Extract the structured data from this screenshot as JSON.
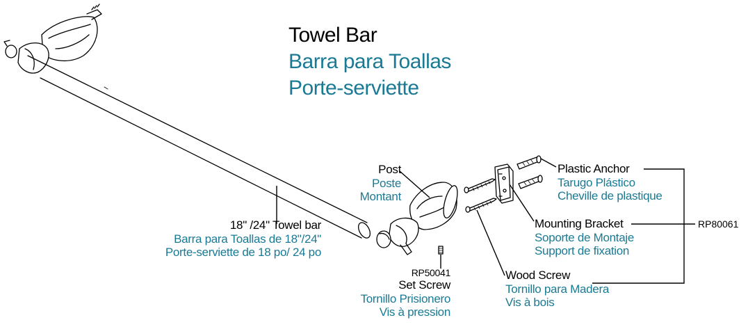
{
  "title": {
    "en": "Towel Bar",
    "es": "Barra para Toallas",
    "fr": "Porte-serviette"
  },
  "parts": {
    "towel_bar": {
      "en": "18\" /24\" Towel bar",
      "es": "Barra para Toallas de 18\"/24\"",
      "fr": "Porte-serviette de 18 po/ 24 po"
    },
    "post": {
      "en": "Post",
      "es": "Poste",
      "fr": "Montant"
    },
    "set_screw": {
      "part_number": "RP50041",
      "en": "Set Screw",
      "es": "Tornillo Prisionero",
      "fr": "Vis à pression"
    },
    "plastic_anchor": {
      "en": "Plastic Anchor",
      "es": "Tarugo Plástico",
      "fr": "Cheville de plastique"
    },
    "mounting_bracket": {
      "en": "Mounting Bracket",
      "es": "Soporte de Montaje",
      "fr": "Support de fixation"
    },
    "wood_screw": {
      "en": "Wood Screw",
      "es": "Tornillo para Madera",
      "fr": "Vis à bois"
    },
    "hardware_kit": {
      "part_number": "RP80061"
    }
  },
  "colors": {
    "english": "#000000",
    "translation": "#1a7a94",
    "line": "#000000"
  }
}
